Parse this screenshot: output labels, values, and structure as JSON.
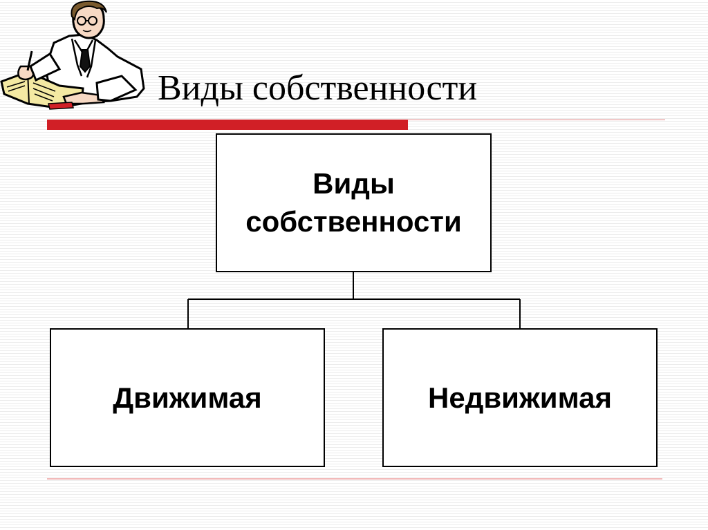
{
  "slide": {
    "title": "Виды собственности",
    "accent_colors": {
      "red": "#d11f26",
      "thin_line": "#e08080",
      "bottom_rule": "#f2b8b8"
    }
  },
  "diagram": {
    "root": {
      "label_line1": "Виды",
      "label_line2": "собственности"
    },
    "children": [
      {
        "label": "Движимая"
      },
      {
        "label": "Недвижимая"
      }
    ]
  },
  "icons": {
    "clipart": "scientist-writing-icon"
  }
}
